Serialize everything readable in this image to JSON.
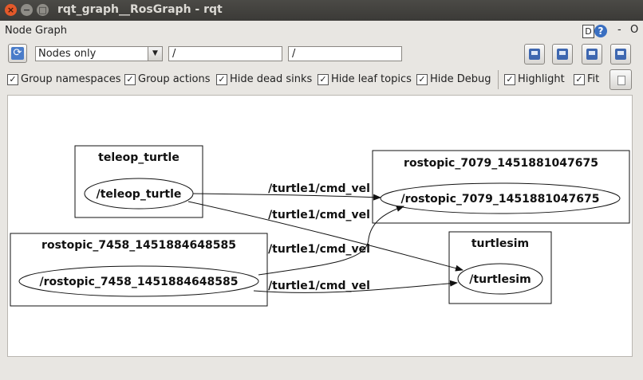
{
  "window": {
    "title": "rqt_graph__RosGraph - rqt",
    "close_glyph": "×",
    "min_glyph": "−",
    "max_glyph": "□"
  },
  "panel": {
    "title": "Node Graph",
    "d_label": "D",
    "help_glyph": "?",
    "dash_glyph": "-",
    "o_glyph": "O"
  },
  "toolbar": {
    "refresh_glyph": "⟳",
    "mode_selected": "Nodes only",
    "combo_arrow": "▼",
    "filter_ns": "/",
    "filter_topic": "/",
    "buttons": [
      "save-dot-icon",
      "load-dot-icon",
      "save-svg-icon",
      "save-image-icon"
    ]
  },
  "options": {
    "check_glyph": "✓",
    "group_namespaces": "Group namespaces",
    "group_actions": "Group actions",
    "hide_dead_sinks": "Hide dead sinks",
    "hide_leaf_topics": "Hide leaf topics",
    "hide_debug": "Hide Debug",
    "highlight": "Highlight",
    "fit": "Fit"
  },
  "graph": {
    "namespaces": [
      "teleop_turtle",
      "rostopic_7079_1451881047675",
      "rostopic_7458_1451884648585",
      "turtlesim"
    ],
    "nodes": [
      "/teleop_turtle",
      "/rostopic_7079_1451881047675",
      "/rostopic_7458_1451884648585",
      "/turtlesim"
    ],
    "edges": [
      "/turtle1/cmd_vel",
      "/turtle1/cmd_vel",
      "/turtle1/cmd_vel",
      "/turtle1/cmd_vel"
    ]
  }
}
